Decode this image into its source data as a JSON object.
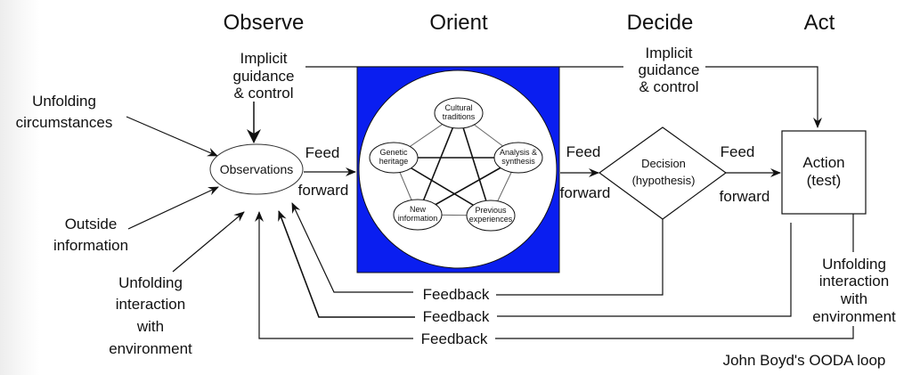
{
  "diagram": {
    "caption": "John Boyd's OODA loop",
    "phases": {
      "observe": "Observe",
      "orient": "Orient",
      "decide": "Decide",
      "act": "Act"
    },
    "colors": {
      "orient_box": "#0a1ef0",
      "line": "#111111"
    },
    "observe": {
      "implicit_guidance": [
        "Implicit",
        "guidance",
        "& control"
      ],
      "unfolding_circumstances": [
        "Unfolding",
        "circumstances"
      ],
      "outside_information": [
        "Outside",
        "information"
      ],
      "unfolding_interaction": [
        "Unfolding",
        "interaction",
        "with",
        "environment"
      ],
      "observations": "Observations",
      "feed": "Feed",
      "forward": "forward"
    },
    "orient": {
      "nodes": {
        "cultural": [
          "Cultural",
          "traditions"
        ],
        "genetic": [
          "Genetic",
          "heritage"
        ],
        "analysis": [
          "Analysis &",
          "synthesis"
        ],
        "new_info": [
          "New",
          "information"
        ],
        "previous": [
          "Previous",
          "experiences"
        ]
      },
      "feed": "Feed",
      "forward": "forward"
    },
    "decide": {
      "implicit_guidance": [
        "Implicit",
        "guidance",
        "& control"
      ],
      "decision": [
        "Decision",
        "(hypothesis)"
      ],
      "feed": "Feed",
      "forward": "forward"
    },
    "act": {
      "action": [
        "Action",
        "(test)"
      ],
      "unfolding_interaction": [
        "Unfolding",
        "interaction",
        "with",
        "environment"
      ]
    },
    "feedback": [
      "Feedback",
      "Feedback",
      "Feedback"
    ]
  }
}
